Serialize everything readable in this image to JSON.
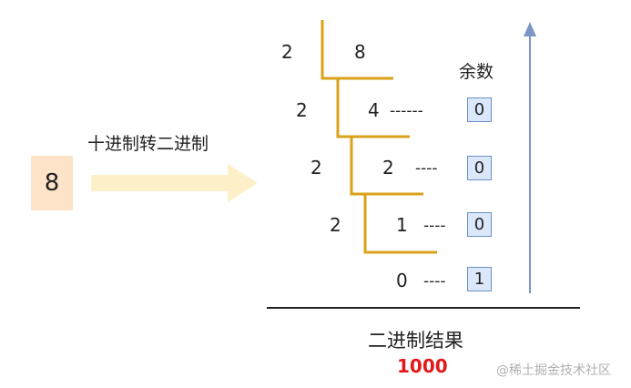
{
  "input": {
    "value": "8"
  },
  "conversion_label": "十进制转二进制",
  "remainder_header": "余数",
  "steps": [
    {
      "divisor": "2",
      "value": "8",
      "dashes": "",
      "remainder": ""
    },
    {
      "divisor": "2",
      "value": "4",
      "dashes": "------",
      "remainder": "0"
    },
    {
      "divisor": "2",
      "value": "2",
      "dashes": "----",
      "remainder": "0"
    },
    {
      "divisor": "2",
      "value": "1",
      "dashes": "----",
      "remainder": "0"
    },
    {
      "divisor": "",
      "value": "0",
      "dashes": "----",
      "remainder": "1"
    }
  ],
  "result": {
    "label": "二进制结果",
    "value": "1000"
  },
  "watermark": "@稀土掘金技术社区",
  "colors": {
    "input_box": "#fde3c8",
    "arrow": "#fdf0c8",
    "bracket": "#d9a21a",
    "remainder_box": "#dbe8fb",
    "remainder_border": "#6d8fc7",
    "up_arrow": "#7b97c6",
    "result_value": "#e0191b"
  }
}
